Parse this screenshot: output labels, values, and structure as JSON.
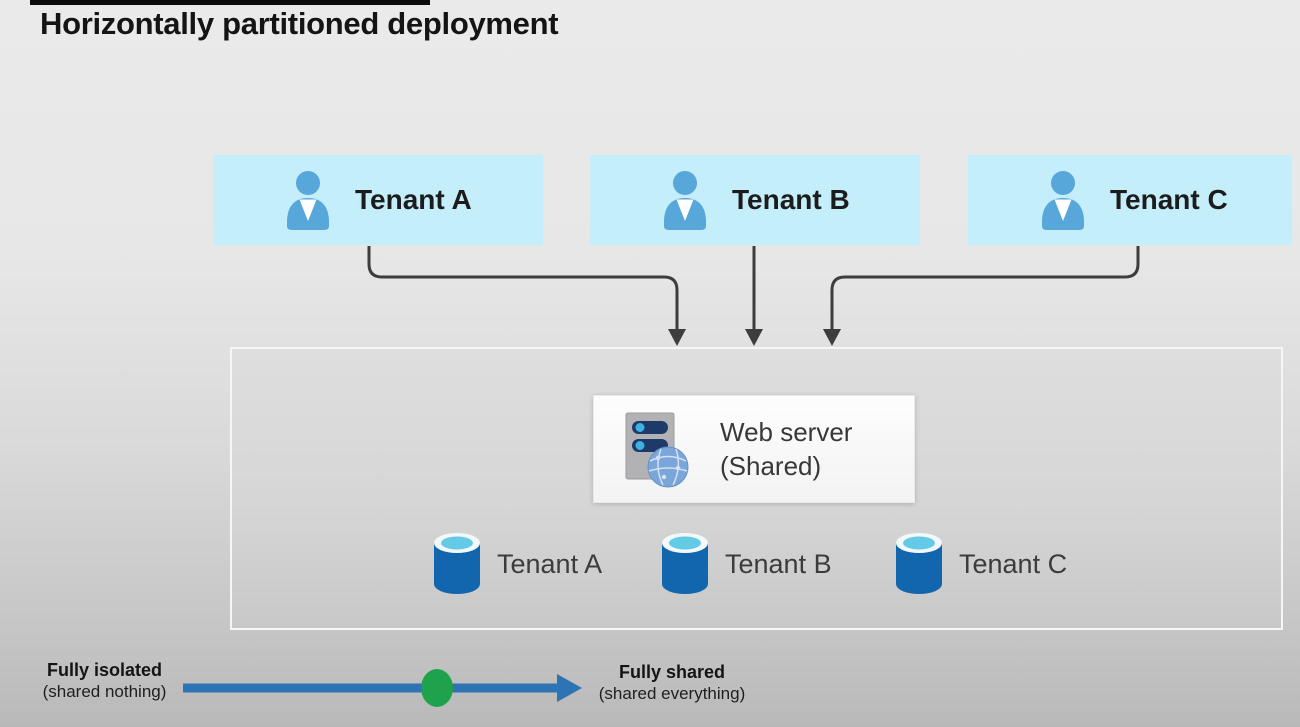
{
  "title": "Horizontally partitioned deployment",
  "tenants": [
    {
      "label": "Tenant A"
    },
    {
      "label": "Tenant B"
    },
    {
      "label": "Tenant C"
    }
  ],
  "shared_layer": {
    "web_server": {
      "line1": "Web server",
      "line2": "(Shared)"
    },
    "databases": [
      {
        "label": "Tenant A"
      },
      {
        "label": "Tenant B"
      },
      {
        "label": "Tenant C"
      }
    ]
  },
  "spectrum": {
    "left_title": "Fully isolated",
    "left_subtitle": "(shared nothing)",
    "right_title": "Fully shared",
    "right_subtitle": "(shared everything)",
    "marker_fraction": 0.64
  },
  "colors": {
    "tenant_box": "#c5eefb",
    "person_icon": "#57a7db",
    "flow_arrow": "#3d3d3d",
    "container_fill": "#d6d6d6",
    "database_blue": "#1166ad",
    "database_opening": "#64cbe6",
    "server_bar_navy": "#1d3a69",
    "server_dot_cyan": "#3fb0e4",
    "globe_blue": "#7aa6da",
    "spectrum_arrow": "#2e73b4",
    "spectrum_marker": "#1ea24c"
  }
}
